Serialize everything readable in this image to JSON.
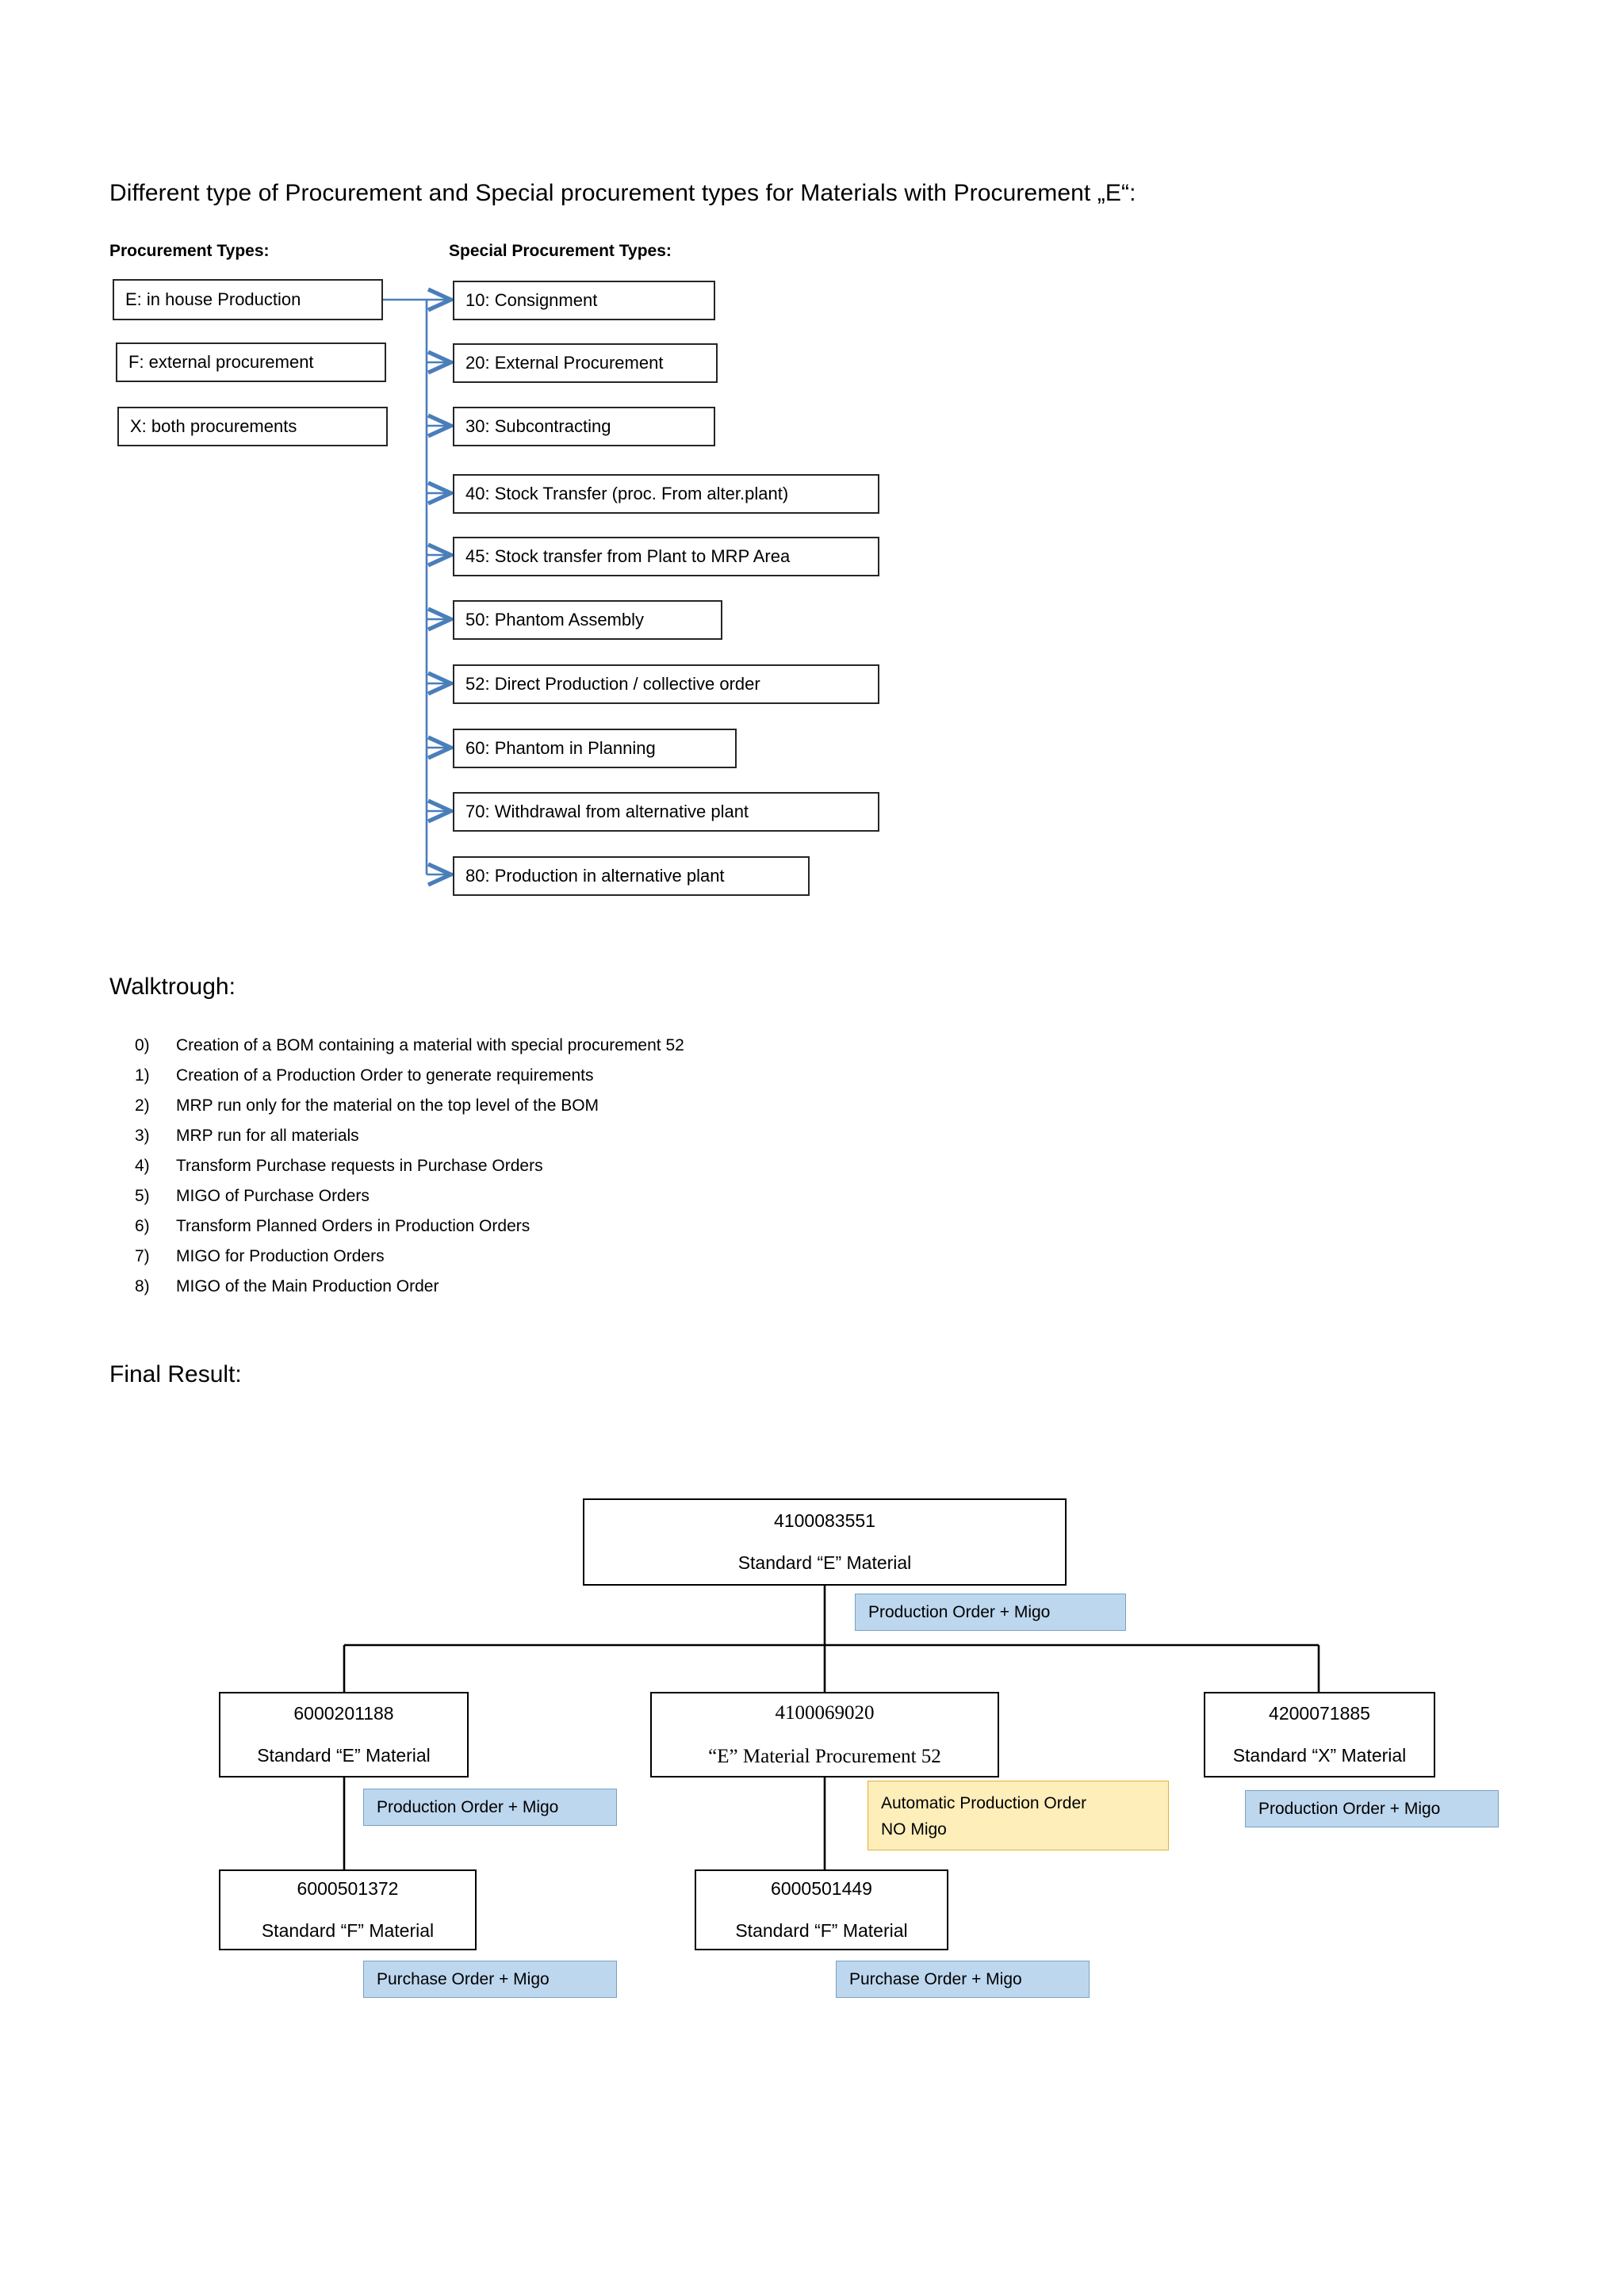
{
  "document": {
    "title": "Different type of Procurement and Special procurement types for Materials with Procurement „E“:",
    "colors": {
      "connector_blue": "#4a7ebb",
      "badge_blue_fill": "#bdd7ee",
      "badge_blue_border": "#7aa0c4",
      "note_yellow_fill": "#fdeeba",
      "note_yellow_border": "#e0b33a",
      "box_border": "#262626",
      "text": "#000000"
    }
  },
  "procurement_section": {
    "left_heading": "Procurement Types:",
    "right_heading": "Special Procurement Types:",
    "procurement_types": [
      {
        "label": "E: in house Production"
      },
      {
        "label": "F: external procurement"
      },
      {
        "label": "X: both procurements"
      }
    ],
    "special_procurement_types": [
      {
        "code": "10",
        "label": "10: Consignment"
      },
      {
        "code": "20",
        "label": "20: External Procurement"
      },
      {
        "code": "30",
        "label": "30: Subcontracting"
      },
      {
        "code": "40",
        "label": "40: Stock Transfer (proc. From alter.plant)"
      },
      {
        "code": "45",
        "label": "45: Stock transfer from Plant to MRP Area"
      },
      {
        "code": "50",
        "label": "50: Phantom Assembly"
      },
      {
        "code": "52",
        "label": "52: Direct Production / collective order"
      },
      {
        "code": "60",
        "label": "60: Phantom in Planning"
      },
      {
        "code": "70",
        "label": "70: Withdrawal from alternative plant"
      },
      {
        "code": "80",
        "label": "80: Production in alternative plant"
      }
    ]
  },
  "walkthrough": {
    "heading": "Walktrough:",
    "steps": [
      {
        "num": "0)",
        "text": "Creation of a BOM containing a material with special procurement 52"
      },
      {
        "num": "1)",
        "text": "Creation of a Production Order to generate requirements"
      },
      {
        "num": "2)",
        "text": "MRP run only  for the material on the top level of the BOM"
      },
      {
        "num": "3)",
        "text": "MRP run for all materials"
      },
      {
        "num": "4)",
        "text": "Transform Purchase requests in Purchase Orders"
      },
      {
        "num": "5)",
        "text": "MIGO of Purchase Orders"
      },
      {
        "num": "6)",
        "text": "Transform Planned Orders in Production Orders"
      },
      {
        "num": "7)",
        "text": "MIGO for Production Orders"
      },
      {
        "num": "8)",
        "text": "MIGO of the Main Production Order"
      }
    ]
  },
  "final_result": {
    "heading": "Final Result:",
    "root": {
      "id": "4100083551",
      "desc": "Standard “E” Material",
      "badge": "Production Order + Migo"
    },
    "level2": [
      {
        "id": "6000201188",
        "desc": "Standard “E” Material",
        "badge": "Production Order + Migo"
      },
      {
        "id": "4100069020",
        "desc": "“E” Material Procurement 52",
        "note_line1": "Automatic Production Order",
        "note_line2": "NO Migo"
      },
      {
        "id": "4200071885",
        "desc": "Standard “X” Material",
        "badge": "Production Order + Migo"
      }
    ],
    "level3": [
      {
        "id": "6000501372",
        "desc": "Standard “F” Material",
        "badge": "Purchase Order + Migo"
      },
      {
        "id": "6000501449",
        "desc": "Standard “F” Material",
        "badge": "Purchase Order + Migo"
      }
    ]
  }
}
